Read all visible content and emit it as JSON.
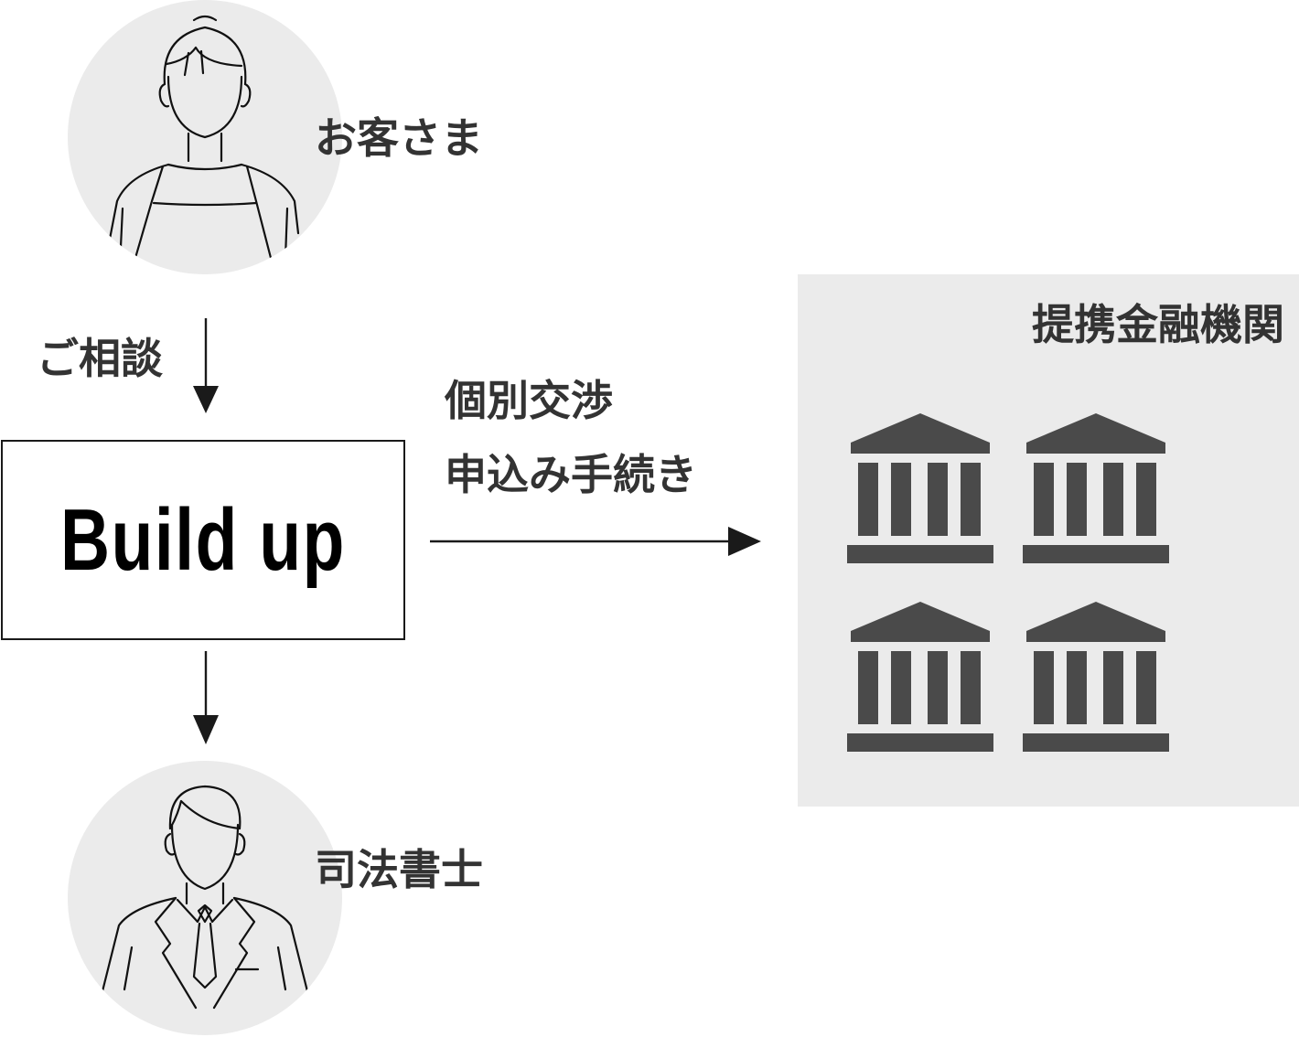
{
  "customer": {
    "label": "お客さま",
    "icon": "woman-apron-icon"
  },
  "consult": {
    "label": "ご相談"
  },
  "company": {
    "name": "Build up"
  },
  "negotiation": {
    "line1": "個別交渉",
    "line2": "申込み手続き"
  },
  "banks": {
    "title": "提携金融機関",
    "icon": "bank-building-icon",
    "count": 4
  },
  "scrivener": {
    "label": "司法書士",
    "icon": "man-suit-icon"
  },
  "colors": {
    "circle_bg": "#ebebeb",
    "panel_bg": "#ebebeb",
    "bank_fill": "#4a4a4a",
    "text": "#333333",
    "line": "#1a1a1a"
  }
}
